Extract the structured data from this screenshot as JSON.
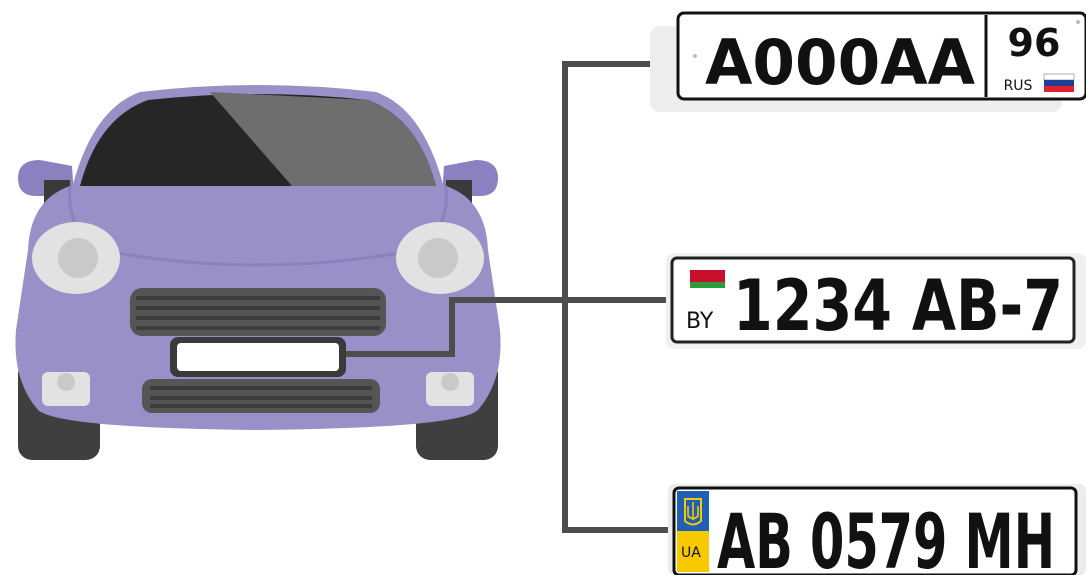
{
  "plates": [
    {
      "country": "Russia",
      "number": "A000AA",
      "region_code": "96",
      "country_code": "RUS",
      "flag_colors": [
        "#ffffff",
        "#1c3f94",
        "#e4202c"
      ]
    },
    {
      "country": "Belarus",
      "number": "1234 AB-7",
      "country_code": "BY",
      "flag_colors": [
        "#c8102e",
        "#2e9b3b"
      ]
    },
    {
      "country": "Ukraine",
      "number": "AB 0579 MH",
      "country_code": "UA",
      "flag_colors": [
        "#1f5fb8",
        "#f6c900"
      ]
    }
  ],
  "colors": {
    "car_body": "#9990c8",
    "car_dark": "#4a4a4a",
    "connector": "#4d4d4d"
  },
  "icons": [
    "car-front-icon",
    "belarus-flag-icon",
    "russia-flag-icon",
    "ukraine-trident-icon"
  ]
}
